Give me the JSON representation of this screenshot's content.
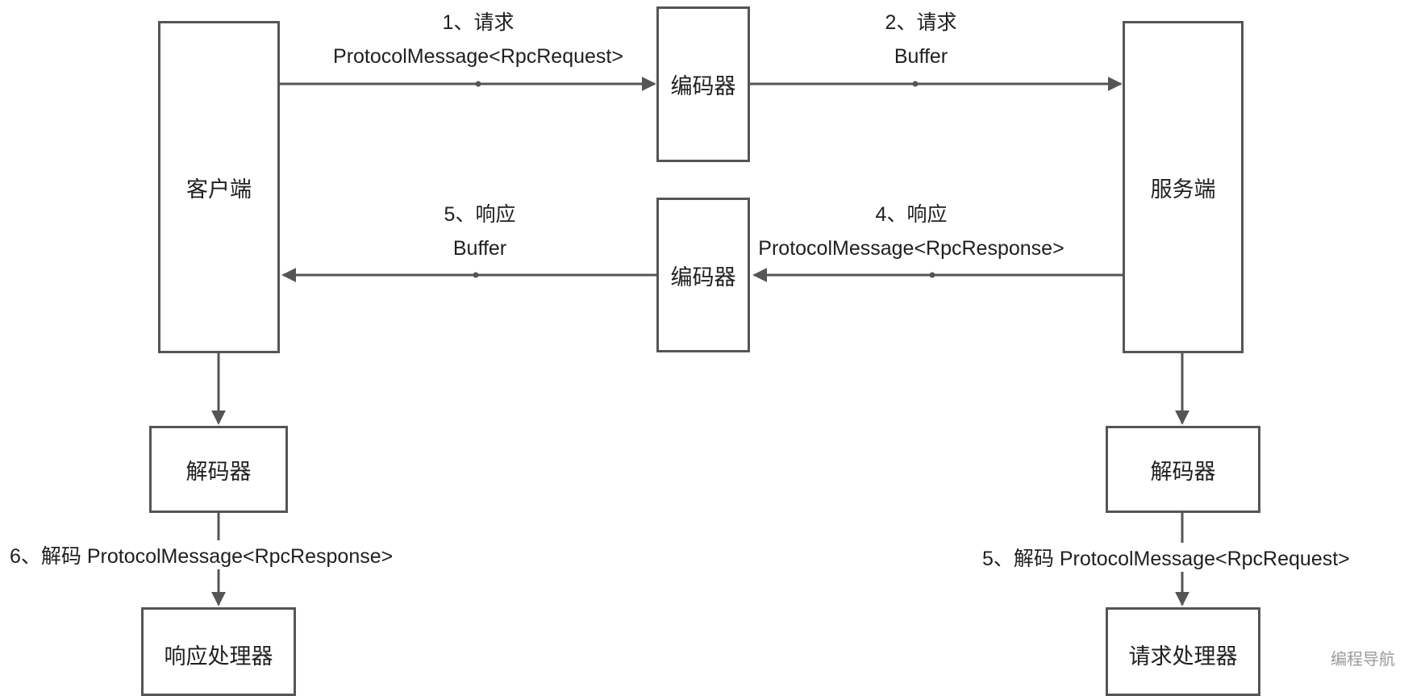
{
  "nodes": {
    "client": "客户端",
    "encoder_top": "编码器",
    "server": "服务端",
    "encoder_bottom": "编码器",
    "client_decoder": "解码器",
    "server_decoder": "解码器",
    "response_handler": "响应处理器",
    "request_handler": "请求处理器"
  },
  "edges": {
    "step1": {
      "title": "1、请求",
      "payload": "ProtocolMessage<RpcRequest>"
    },
    "step2": {
      "title": "2、请求",
      "payload": "Buffer"
    },
    "step4": {
      "title": "4、响应",
      "payload": "ProtocolMessage<RpcResponse>"
    },
    "step5_client": {
      "title": "5、响应",
      "payload": "Buffer"
    },
    "step6_decode": "6、解码 ProtocolMessage<RpcResponse>",
    "step5_decode": "5、解码 ProtocolMessage<RpcRequest>"
  },
  "watermark": "编程导航"
}
